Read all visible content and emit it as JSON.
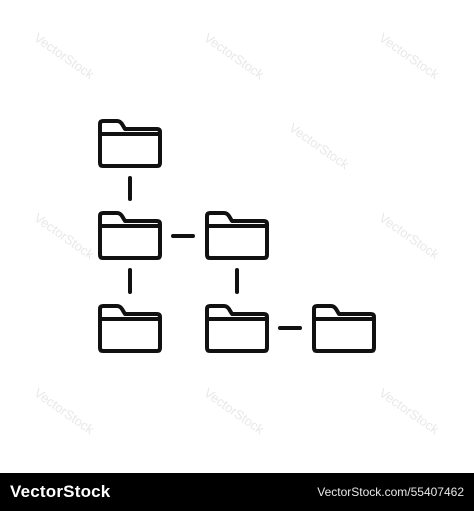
{
  "watermark_text": "VectorStock",
  "footer": {
    "brand": "VectorStock",
    "ref": "VectorStock.com/55407462"
  },
  "icon": {
    "name": "folder-hierarchy-icon",
    "stroke_color": "#111111",
    "background_color": "#ffffff"
  }
}
